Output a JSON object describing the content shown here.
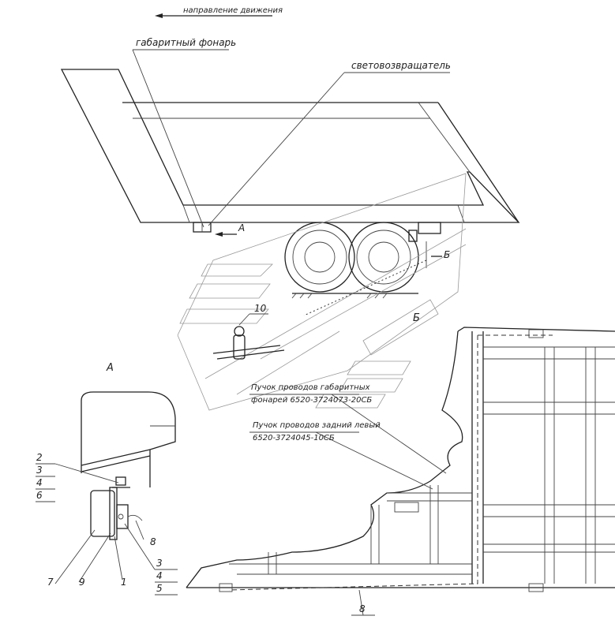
{
  "labels": {
    "direction": "направление движения",
    "marker_lamp": "габаритный фонарь",
    "reflector": "световозвращатель",
    "view_a_arrow": "А",
    "view_b_arrow": "Б",
    "view_a_title": "А",
    "view_b_title": "Б",
    "harness_marker_line1": "Пучок проводов габаритных",
    "harness_marker_line2": "фонарей 6520-3724073-20СБ",
    "harness_rear_line1": "Пучок проводов задний левый",
    "harness_rear_line2": "6520-3724045-10СБ"
  },
  "callouts": {
    "c2": "2",
    "c3a": "3",
    "c4a": "4",
    "c6": "6",
    "c8a": "8",
    "c7": "7",
    "c9": "9",
    "c1": "1",
    "c3b": "3",
    "c4b": "4",
    "c5": "5",
    "c10": "10",
    "c8b": "8"
  }
}
